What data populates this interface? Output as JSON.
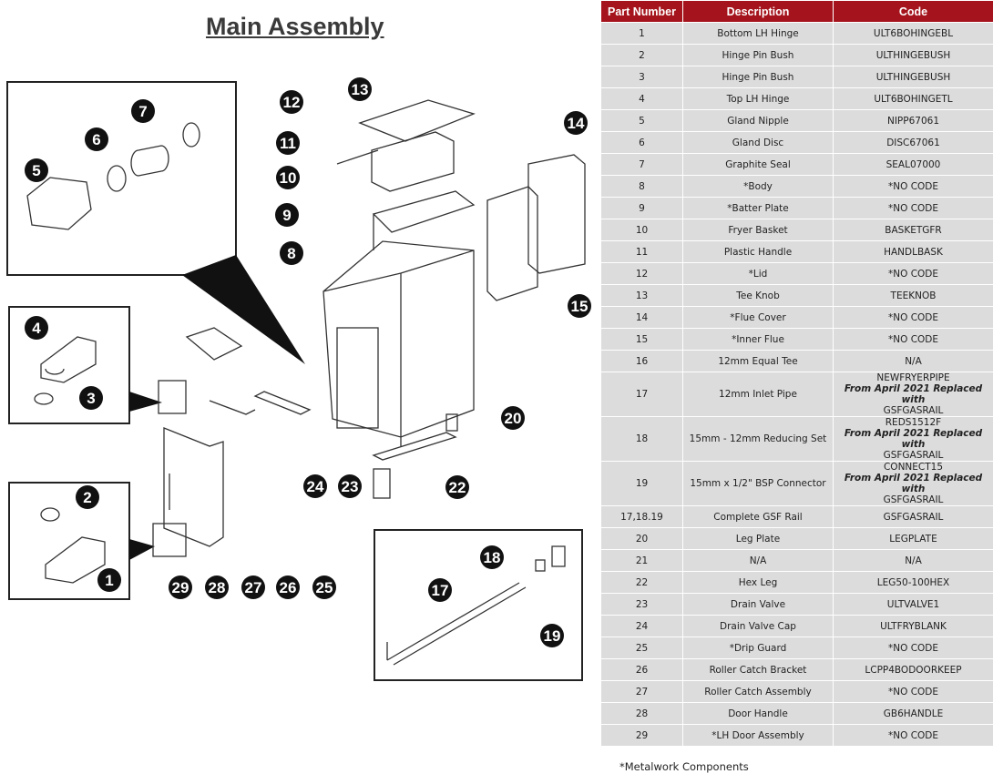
{
  "title": "Main Assembly",
  "table": {
    "headers": [
      "Part Number",
      "Description",
      "Code"
    ],
    "rows": [
      {
        "part": "1",
        "desc": "Bottom LH Hinge",
        "code": "ULT6BOHINGEBL"
      },
      {
        "part": "2",
        "desc": "Hinge Pin Bush",
        "code": "ULTHINGEBUSH"
      },
      {
        "part": "3",
        "desc": "Hinge Pin Bush",
        "code": "ULTHINGEBUSH"
      },
      {
        "part": "4",
        "desc": "Top LH Hinge",
        "code": "ULT6BOHINGETL"
      },
      {
        "part": "5",
        "desc": "Gland Nipple",
        "code": "NIPP67061"
      },
      {
        "part": "6",
        "desc": "Gland Disc",
        "code": "DISC67061"
      },
      {
        "part": "7",
        "desc": "Graphite Seal",
        "code": "SEAL07000"
      },
      {
        "part": "8",
        "desc": "*Body",
        "code": "*NO CODE"
      },
      {
        "part": "9",
        "desc": "*Batter Plate",
        "code": "*NO CODE"
      },
      {
        "part": "10",
        "desc": "Fryer Basket",
        "code": "BASKETGFR"
      },
      {
        "part": "11",
        "desc": "Plastic Handle",
        "code": "HANDLBASK"
      },
      {
        "part": "12",
        "desc": "*Lid",
        "code": "*NO CODE"
      },
      {
        "part": "13",
        "desc": "Tee Knob",
        "code": "TEEKNOB"
      },
      {
        "part": "14",
        "desc": "*Flue Cover",
        "code": "*NO CODE"
      },
      {
        "part": "15",
        "desc": "*Inner Flue",
        "code": "*NO CODE"
      },
      {
        "part": "16",
        "desc": "12mm Equal Tee",
        "code": "N/A"
      },
      {
        "part": "17",
        "desc": "12mm Inlet Pipe",
        "code": "NEWFRYERPIPE",
        "note": "From April 2021 Replaced with",
        "code2": "GSFGASRAIL"
      },
      {
        "part": "18",
        "desc": "15mm - 12mm Reducing Set",
        "code": "REDS1512F",
        "note": "From April 2021 Replaced with",
        "code2": "GSFGASRAIL"
      },
      {
        "part": "19",
        "desc": "15mm x 1/2\" BSP Connector",
        "code": "CONNECT15",
        "note": "From April 2021 Replaced with",
        "code2": "GSFGASRAIL"
      },
      {
        "part": "17,18.19",
        "desc": "Complete GSF Rail",
        "code": "GSFGASRAIL"
      },
      {
        "part": "20",
        "desc": "Leg Plate",
        "code": "LEGPLATE"
      },
      {
        "part": "21",
        "desc": "N/A",
        "code": "N/A"
      },
      {
        "part": "22",
        "desc": "Hex Leg",
        "code": "LEG50-100HEX"
      },
      {
        "part": "23",
        "desc": "Drain Valve",
        "code": "ULTVALVE1"
      },
      {
        "part": "24",
        "desc": "Drain Valve Cap",
        "code": "ULTFRYBLANK"
      },
      {
        "part": "25",
        "desc": "*Drip Guard",
        "code": "*NO CODE"
      },
      {
        "part": "26",
        "desc": "Roller Catch Bracket",
        "code": "LCPP4BODOORKEEP"
      },
      {
        "part": "27",
        "desc": "Roller Catch Assembly",
        "code": "*NO CODE"
      },
      {
        "part": "28",
        "desc": "Door Handle",
        "code": "GB6HANDLE"
      },
      {
        "part": "29",
        "desc": "*LH Door Assembly",
        "code": "*NO CODE"
      }
    ]
  },
  "footnote": "*Metalwork Components",
  "callouts": [
    "1",
    "2",
    "3",
    "4",
    "5",
    "6",
    "7",
    "8",
    "9",
    "10",
    "11",
    "12",
    "13",
    "14",
    "15",
    "17",
    "18",
    "19",
    "20",
    "22",
    "23",
    "24",
    "25",
    "26",
    "27",
    "28",
    "29"
  ],
  "colors": {
    "header_bg": "#a5141c",
    "row_bg": "#dcdcdc",
    "callout_bg": "#111111"
  }
}
